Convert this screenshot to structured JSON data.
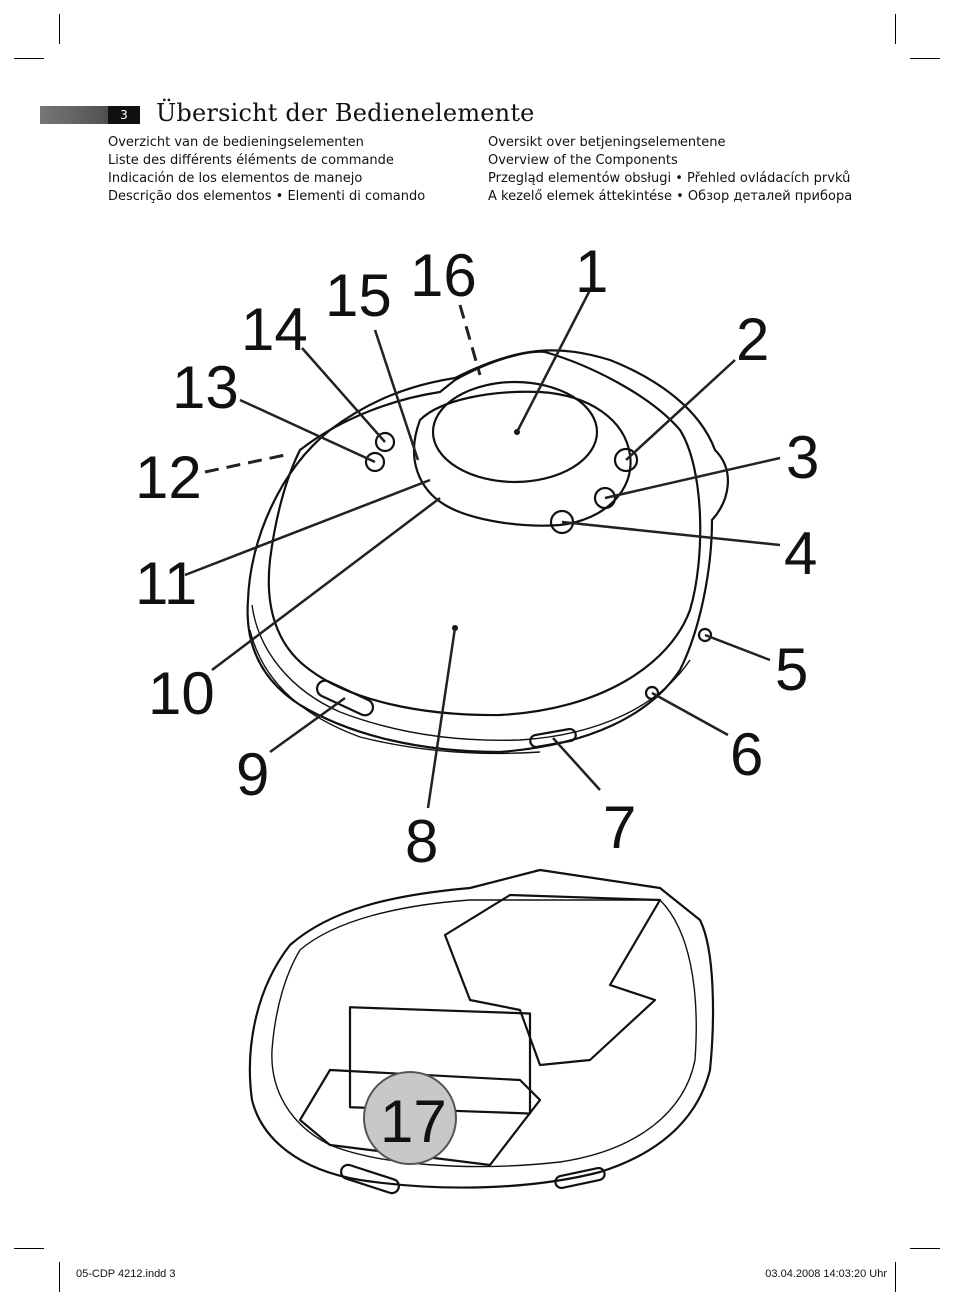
{
  "page": {
    "number": "3",
    "title": "Übersicht der Bedienelemente"
  },
  "subtitles": {
    "left": [
      "Overzicht van de bedieningselementen",
      "Liste des différents éléments de commande",
      "Indicación de los elementos de manejo",
      "Descrição dos elementos • Elementi di comando"
    ],
    "right": [
      "Oversikt over betjeningselementene",
      "Overview of the Components",
      "Przegląd elementów obsługi • Přehled ovládacích prvků",
      "A kezelő elemek áttekintése • Обзор деталей прибора"
    ]
  },
  "figure": {
    "callouts": [
      "1",
      "2",
      "3",
      "4",
      "5",
      "6",
      "7",
      "8",
      "9",
      "10",
      "11",
      "12",
      "13",
      "14",
      "15",
      "16",
      "17"
    ]
  },
  "footer": {
    "file": "05-CDP 4212.indd   3",
    "timestamp": "03.04.2008   14:03:20 Uhr"
  }
}
